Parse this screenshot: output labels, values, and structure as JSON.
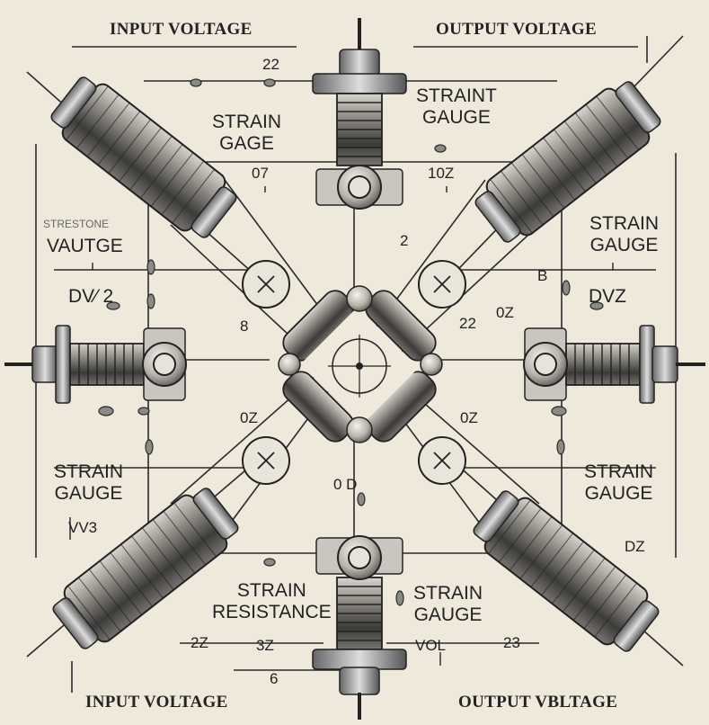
{
  "titles": {
    "top_left": "INPUT VOLTAGE",
    "top_right": "OUTPUT VOLTAGE",
    "bottom_left": "INPUT VOLTAGE",
    "bottom_right": "OUTPUT VBLTAGE"
  },
  "labels": {
    "gauge_upper_left": "STRAIN\nGAGE",
    "gauge_upper_center": "STRAINT\nGAUGE",
    "gauge_right_upper": "STRAIN\nGAUGE",
    "gauge_left_lower": "STRAIN\nGAUGE",
    "gauge_right_lower": "STRAIN\nGAUGE",
    "resistance_bottom": "STRAIN\nRESISTANCE",
    "gauge_bottom_center": "STRAIN\nGAUGE",
    "left_upper_faint": "STRESTONE",
    "left_upper_main": "VAUTGE"
  },
  "values": {
    "v_22_top": "22",
    "v_07": "07",
    "v_10z": "10Z",
    "v_2": "2",
    "v_dv2": "DV⁄ 2",
    "v_dvz": "DVZ",
    "v_b_left": "8",
    "v_b_right": "B",
    "v_22_mid": "22",
    "v_0z_right": "0Z",
    "v_0z_left": "0Z",
    "v_0z_lower": "0Z",
    "v_0_d": "0 D",
    "v_vv3": "VV3",
    "v_dz": "DZ",
    "v_2z": "2Z",
    "v_3z": "3Z",
    "v_vol": "VOL",
    "v_23": "23",
    "v_6": "6"
  },
  "colors": {
    "paper": "#efe9dc",
    "ink": "#2a2a2a",
    "metal_dark": "#4a4a4a",
    "metal_light": "#c9c6bf"
  }
}
